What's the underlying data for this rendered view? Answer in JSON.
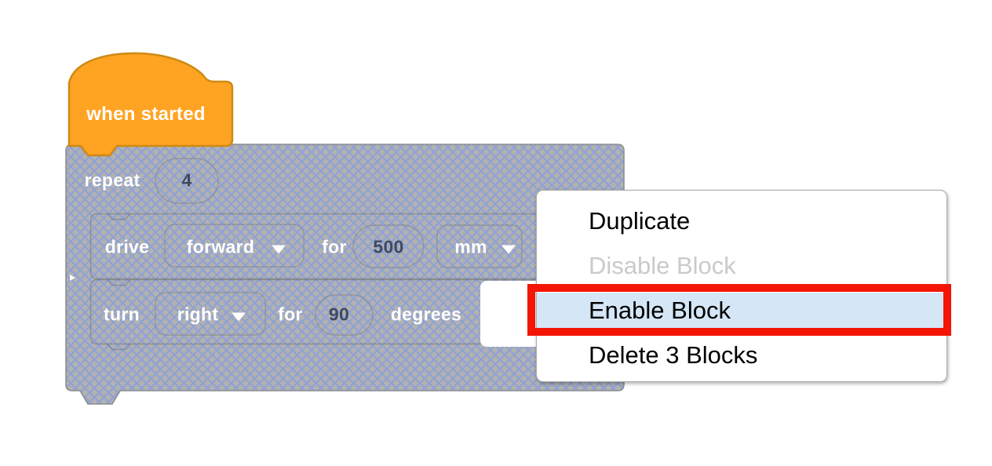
{
  "workspace": {
    "hat_block": {
      "label": "when started"
    },
    "repeat_block": {
      "label": "repeat",
      "count": "4"
    },
    "drive_block": {
      "verb": "drive",
      "direction": "forward",
      "for_label": "for",
      "distance": "500",
      "unit": "mm"
    },
    "turn_block": {
      "verb": "turn",
      "direction": "right",
      "for_label": "for",
      "angle": "90",
      "unit_label": "degrees"
    }
  },
  "context_menu": {
    "items": [
      {
        "label": "Duplicate",
        "state": "normal"
      },
      {
        "label": "Disable Block",
        "state": "disabled"
      },
      {
        "label": "Enable Block",
        "state": "highlighted"
      },
      {
        "label": "Delete 3 Blocks",
        "state": "normal"
      }
    ]
  },
  "icons": {
    "dropdown_arrow": "chevron-down-triangle"
  },
  "colors": {
    "hat_block_fill": "#FFA322",
    "hat_block_border": "#CE8A16",
    "disabled_block_base": "#B3B2B0",
    "disabled_block_hatch_line": "#8FA2D4",
    "disabled_block_outline": "#8D8D8D",
    "number_text": "#3D4A63",
    "menu_highlight_blue": "#D5E6F6",
    "menu_disabled_text": "#CACACA",
    "annotation_red": "#F31505"
  }
}
